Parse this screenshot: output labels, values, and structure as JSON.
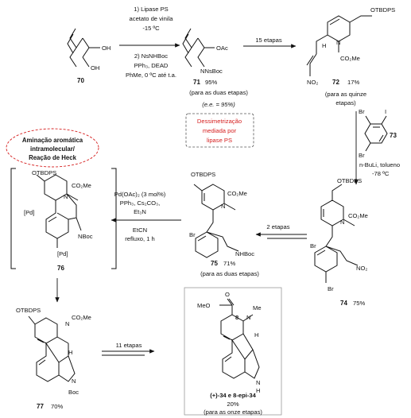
{
  "compounds": {
    "c70": {
      "number": "70",
      "labels": {
        "oh1": "OH",
        "oh2": "OH"
      }
    },
    "c71": {
      "number": "71",
      "yield": "95%",
      "labels": {
        "oac": "OAc",
        "nnsboc": "NNsBoc"
      }
    },
    "c72": {
      "number": "72",
      "yield": "17%",
      "labels": {
        "otbdps": "OTBDPS",
        "n": "N",
        "h": "H",
        "co2me": "CO₂Me",
        "no2": "NO₂"
      }
    },
    "c73": {
      "number": "73",
      "labels": {
        "br1": "Br",
        "i": "I",
        "br2": "Br"
      }
    },
    "c74": {
      "number": "74",
      "yield": "75%",
      "labels": {
        "otbdps": "OTBDPS",
        "n": "N",
        "co2me": "CO₂Me",
        "br1": "Br",
        "br2": "Br",
        "no2": "NO₂"
      }
    },
    "c75": {
      "number": "75",
      "yield": "71%",
      "labels": {
        "otbdps": "OTBDPS",
        "n": "N",
        "co2me": "CO₂Me",
        "br": "Br",
        "nhboc": "NHBoc"
      }
    },
    "c76": {
      "number": "76",
      "labels": {
        "otbdps": "OTBDPS",
        "n": "N",
        "co2me": "CO₂Me",
        "pd1": "[Pd]",
        "pd2": "[Pd]",
        "nboc": "NBoc"
      }
    },
    "c77": {
      "number": "77",
      "yield": "70%",
      "labels": {
        "otbdps": "OTBDPS",
        "n": "N",
        "co2me": "CO₂Me",
        "h": "H",
        "n2": "N",
        "boc": "Boc"
      }
    },
    "c34": {
      "number": "(+)-34 e 8-epi-34",
      "yield": "20%",
      "note": "(para as onze etapas)",
      "labels": {
        "meo": "MeO",
        "o": "O",
        "c8": "8",
        "n": "N",
        "me": "Me",
        "h": "H",
        "nh": "N",
        "nhh": "H"
      }
    }
  },
  "steps": {
    "s1": {
      "lines": [
        "1) Lipase PS",
        "acetato de vinila",
        "-15 ºC",
        "2) NsNHBoc",
        "PPh₃, DEAD",
        "PhMe, 0 ºC até t.a."
      ]
    },
    "s1_note": "(para as duas etapas)",
    "s1_ee": "(e.e. = 95%)",
    "s1_box": [
      "Dessimetrização",
      "mediada por",
      "lipase PS"
    ],
    "s2": "15 etapas",
    "s2_note": [
      "(para as quinze",
      "etapas)"
    ],
    "s3": [
      "n-BuLi, tolueno",
      "-78 ºC"
    ],
    "s4": "2 etapas",
    "s4_note": "(para as duas etapas)",
    "s5": [
      "Pd(OAc)₂ (3 mol%)",
      "PPh₃, Cs₂CO₃,",
      "Et₃N",
      "EtCN",
      "refluxo, 1 h"
    ],
    "s6": "11 etapas"
  },
  "heck_ellipse": [
    "Aminação aromática",
    "intramolecular/",
    "Reação de Heck"
  ],
  "colors": {
    "red": "#d62020",
    "ink": "#111111",
    "box_border": "#999999"
  }
}
